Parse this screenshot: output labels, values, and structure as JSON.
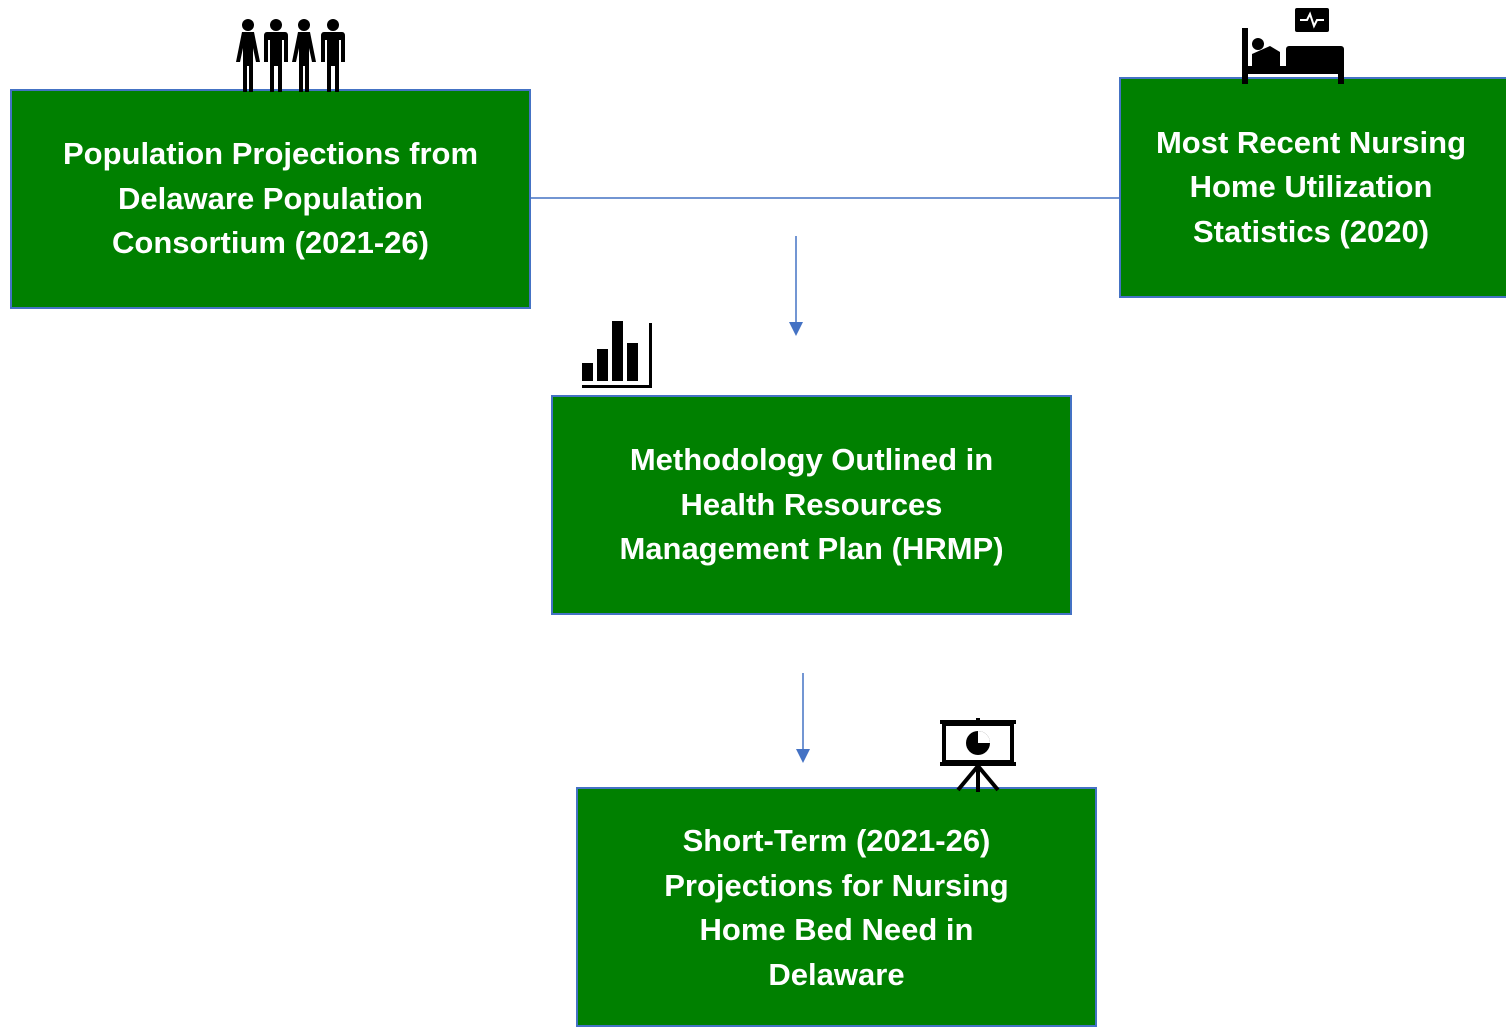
{
  "diagram": {
    "colors": {
      "box_fill": "#008000",
      "box_border": "#4472c4",
      "box_text": "#ffffff",
      "connector": "#4472c4"
    },
    "nodes": {
      "population": {
        "lines": [
          "Population Projections from",
          "Delaware Population",
          "Consortium (2021-26)"
        ],
        "icon": "people-icon"
      },
      "nursing": {
        "lines": [
          "Most Recent Nursing",
          "Home Utilization",
          "Statistics (2020)"
        ],
        "icon": "hospital-bed-icon"
      },
      "methodology": {
        "lines": [
          "Methodology Outlined in",
          "Health Resources",
          "Management Plan (HRMP)"
        ],
        "icon": "bar-chart-icon"
      },
      "projections": {
        "lines": [
          "Short-Term (2021-26)",
          "Projections for Nursing",
          "Home Bed Need in",
          "Delaware"
        ],
        "icon": "presentation-icon"
      }
    },
    "edges": [
      {
        "from": "population",
        "to": "nursing",
        "type": "line"
      },
      {
        "from": "population+nursing",
        "to": "methodology",
        "type": "arrow"
      },
      {
        "from": "methodology",
        "to": "projections",
        "type": "arrow"
      }
    ]
  }
}
